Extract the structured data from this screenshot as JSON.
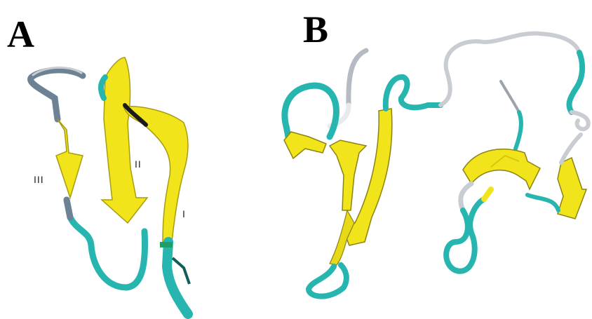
{
  "panels": {
    "a": {
      "letter": "A",
      "strand_labels": {
        "iii": "III",
        "ii": "II",
        "i": "I"
      }
    },
    "b": {
      "letter": "B"
    }
  },
  "colors": {
    "strand": "#F2E41A",
    "strand_edge": "#A89D10",
    "coil": "#27B5B0",
    "turn": "#C9CDD3",
    "turn_dark": "#6D8294"
  }
}
